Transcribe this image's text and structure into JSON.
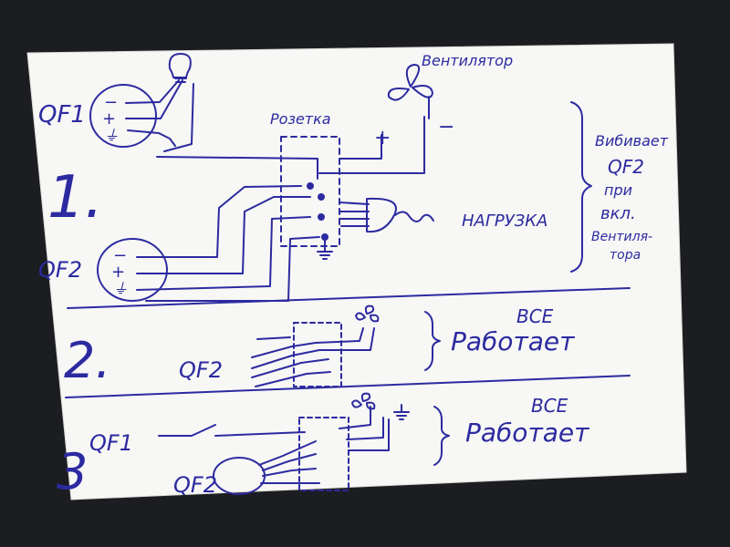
{
  "colors": {
    "ink": "#2c2aa0",
    "paper": "#f7f7f5",
    "background": "#1c1d20"
  },
  "section1": {
    "number": "1.",
    "qf1": "QF1",
    "qf2": "QF2",
    "socket_label": "Розетка",
    "fan_label": "Вентилятор",
    "load_label": "НАГРУЗКА",
    "note_lines": [
      "Вибивает",
      "QF2",
      "при",
      "вкл.",
      "Вентиля-",
      "тора"
    ],
    "minus": "−",
    "plus": "+",
    "ground": "⏚"
  },
  "section2": {
    "number": "2.",
    "qf2": "QF2",
    "note_line1": "ВСЕ",
    "note_line2": "Работает"
  },
  "section3": {
    "number": "3",
    "qf1": "QF1",
    "qf2": "QF2",
    "note_line1": "ВСЕ",
    "note_line2": "Работает"
  },
  "icons": [
    "lamp-icon",
    "fan-icon",
    "plug-icon",
    "ground-icon",
    "brace-icon"
  ]
}
